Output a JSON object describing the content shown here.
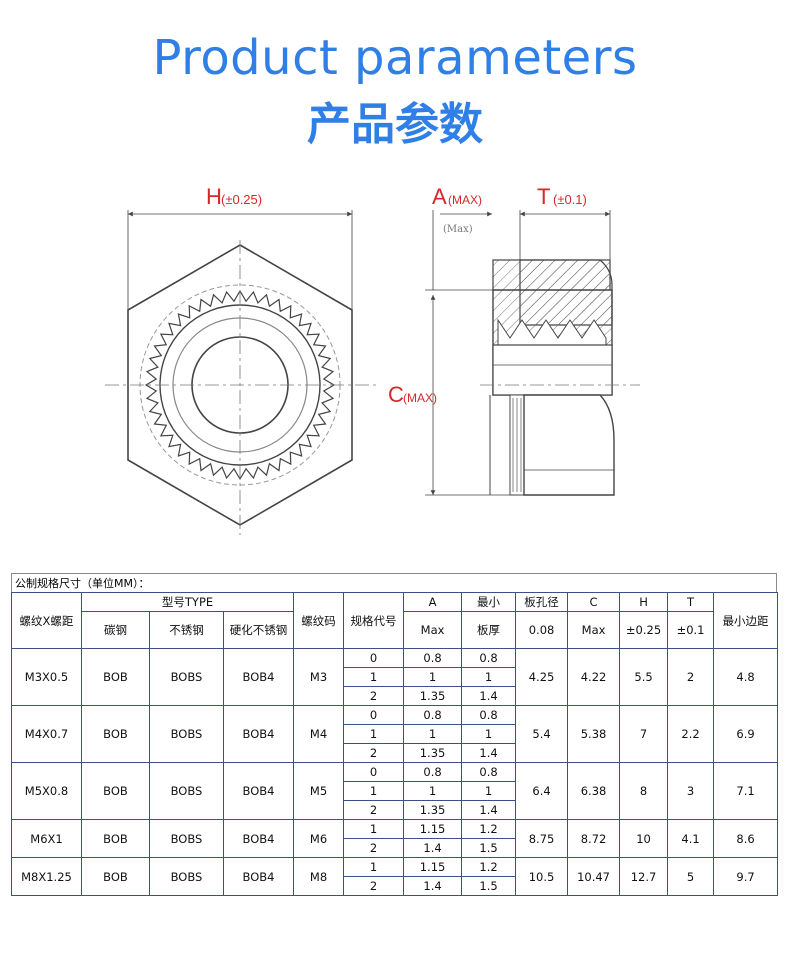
{
  "title": {
    "en": "Product parameters",
    "cn": "产品参数"
  },
  "drawing": {
    "h_letter": "H",
    "h_tol": "(±0.25)",
    "a_letter": "A",
    "a_tol": "(MAX)",
    "a_sub": "(Max)",
    "t_letter": "T",
    "t_tol": "(±0.1)",
    "c_letter": "C",
    "c_tol": "(MAX)"
  },
  "table": {
    "caption": "公制规格尺寸（单位MM）：",
    "headers": {
      "thread": "螺纹X螺距",
      "type": "型号TYPE",
      "carbon": "碳钢",
      "stainless": "不锈钢",
      "hard_stainless": "硬化不锈钢",
      "thread_code": "螺纹码",
      "spec_code": "规格代号",
      "a": "A",
      "min_label": "最小",
      "sheet_thickness": "板厚",
      "hole": "板孔径",
      "c": "C",
      "h": "H",
      "t": "T",
      "min_edge": "最小边距",
      "a_unit": "Max",
      "hole_tol": "0.08",
      "c_unit": "Max",
      "h_tol": "±0.25",
      "t_tol": "±0.1"
    },
    "rows": [
      {
        "thread": "M3X0.5",
        "carbon": "BOB",
        "stainless": "BOBS",
        "hard": "BOB4",
        "code": "M3",
        "subs": [
          {
            "spec": "0",
            "a": "0.8",
            "min": "0.8"
          },
          {
            "spec": "1",
            "a": "1",
            "min": "1"
          },
          {
            "spec": "2",
            "a": "1.35",
            "min": "1.4"
          }
        ],
        "hole": "4.25",
        "c": "4.22",
        "h": "5.5",
        "t": "2",
        "edge": "4.8"
      },
      {
        "thread": "M4X0.7",
        "carbon": "BOB",
        "stainless": "BOBS",
        "hard": "BOB4",
        "code": "M4",
        "subs": [
          {
            "spec": "0",
            "a": "0.8",
            "min": "0.8"
          },
          {
            "spec": "1",
            "a": "1",
            "min": "1"
          },
          {
            "spec": "2",
            "a": "1.35",
            "min": "1.4"
          }
        ],
        "hole": "5.4",
        "c": "5.38",
        "h": "7",
        "t": "2.2",
        "edge": "6.9"
      },
      {
        "thread": "M5X0.8",
        "carbon": "BOB",
        "stainless": "BOBS",
        "hard": "BOB4",
        "code": "M5",
        "subs": [
          {
            "spec": "0",
            "a": "0.8",
            "min": "0.8"
          },
          {
            "spec": "1",
            "a": "1",
            "min": "1"
          },
          {
            "spec": "2",
            "a": "1.35",
            "min": "1.4"
          }
        ],
        "hole": "6.4",
        "c": "6.38",
        "h": "8",
        "t": "3",
        "edge": "7.1"
      },
      {
        "thread": "M6X1",
        "carbon": "BOB",
        "stainless": "BOBS",
        "hard": "BOB4",
        "code": "M6",
        "subs": [
          {
            "spec": "1",
            "a": "1.15",
            "min": "1.2"
          },
          {
            "spec": "2",
            "a": "1.4",
            "min": "1.5"
          }
        ],
        "hole": "8.75",
        "c": "8.72",
        "h": "10",
        "t": "4.1",
        "edge": "8.6"
      },
      {
        "thread": "M8X1.25",
        "carbon": "BOB",
        "stainless": "BOBS",
        "hard": "BOB4",
        "code": "M8",
        "subs": [
          {
            "spec": "1",
            "a": "1.15",
            "min": "1.2"
          },
          {
            "spec": "2",
            "a": "1.4",
            "min": "1.5"
          }
        ],
        "hole": "10.5",
        "c": "10.47",
        "h": "12.7",
        "t": "5",
        "edge": "9.7"
      }
    ]
  }
}
